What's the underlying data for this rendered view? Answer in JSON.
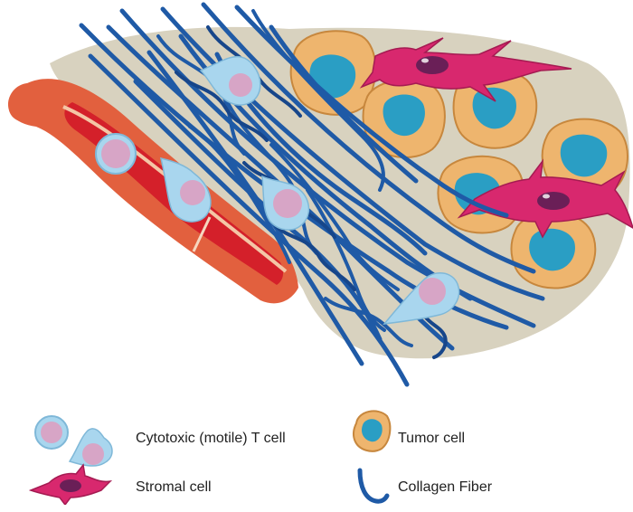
{
  "colors": {
    "matrix_background": "#d8d2bf",
    "vessel_wall": "#e2603e",
    "vessel_lumen": "#d4202a",
    "vessel_inner": "#f4c6a6",
    "collagen_fiber": "#1f5aa6",
    "collagen_fiber_dark": "#17468a",
    "tumor_cytoplasm": "#eeb56e",
    "tumor_nucleus": "#2a9ec4",
    "tcell_body": "#a9d6ee",
    "tcell_nucleus": "#d7a5c6",
    "stromal_body": "#d8286e",
    "stromal_nucleus": "#6a1f57"
  },
  "legend": {
    "t_cell": {
      "label": "Cytotoxic (motile) T cell",
      "icon": "t-cell-icon"
    },
    "tumor_cell": {
      "label": "Tumor cell",
      "icon": "tumor-cell-icon"
    },
    "stromal_cell": {
      "label": "Stromal cell",
      "icon": "stromal-cell-icon"
    },
    "collagen_fiber": {
      "label": "Collagen Fiber",
      "icon": "collagen-fiber-icon"
    }
  }
}
